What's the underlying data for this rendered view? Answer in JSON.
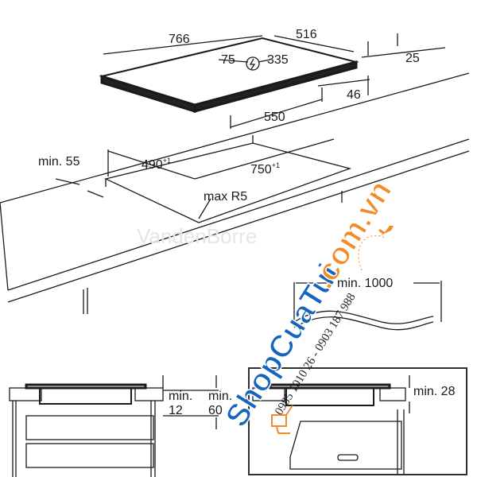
{
  "hob_dimensions": {
    "width": "766",
    "depth": "516",
    "offset_left": "75",
    "offset_right": "335",
    "height_total": "25",
    "height_body": "46",
    "body_depth": "550"
  },
  "cutout": {
    "edge_distance": "min. 55",
    "depth": "490",
    "depth_tol": "+1",
    "width": "750",
    "width_tol": "+1",
    "radius": "max R5"
  },
  "cable": {
    "length": "min. 1000"
  },
  "section_left": {
    "clear_a_label": "min.",
    "clear_a": "12",
    "clear_b_label": "min.",
    "clear_b": "60"
  },
  "section_right": {
    "clear": "min. 28"
  },
  "watermarks": {
    "brand": "VandenBorre",
    "shop_blue": "ShopCuaTui",
    "shop_orange": ".com.vn",
    "phone": "0985 1010 26 - 0903 187 988"
  },
  "colors": {
    "line": "#1a1a1a",
    "shop_blue": "#1565c0",
    "shop_orange": "#f28c28"
  }
}
